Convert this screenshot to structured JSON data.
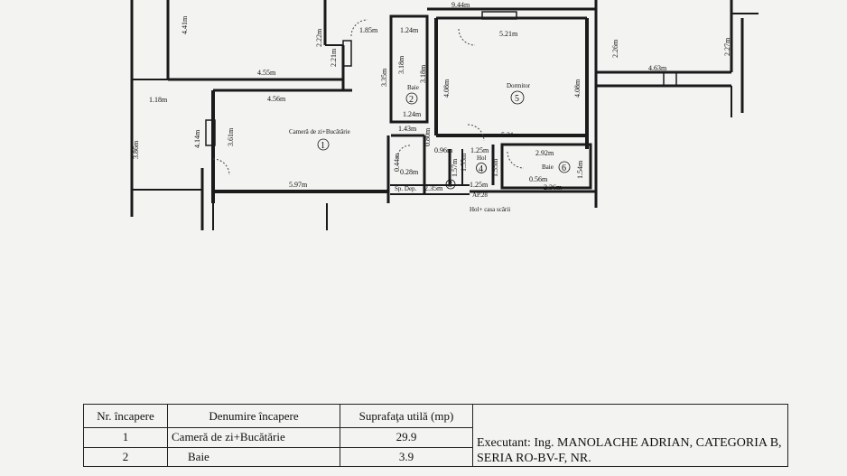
{
  "plan": {
    "dimensions": {
      "d_4_41": "4.41m",
      "d_9_44": "9.44m",
      "d_1_85": "1.85m",
      "d_1_24a": "1.24m",
      "d_2_22": "2.22m",
      "d_2_21": "2.21m",
      "d_3_35": "3.35m",
      "d_3_18a": "3.18m",
      "d_3_18b": "3.18m",
      "d_5_21a": "5.21m",
      "d_4_08a": "4.08m",
      "d_4_08b": "4.08m",
      "d_2_26": "2.26m",
      "d_2_27": "2.27m",
      "d_4_63": "4.63m",
      "d_4_55": "4.55m",
      "d_4_56": "4.56m",
      "d_1_18": "1.18m",
      "d_1_24b": "1.24m",
      "d_1_43": "1.43m",
      "d_0_80": "0.80m",
      "d_3_86": "3.86m",
      "d_4_14": "4.14m",
      "d_3_61": "3.61m",
      "d_0_96": "0.96m",
      "d_1_25a": "1.25m",
      "d_5_21b": "5.21m",
      "d_2_92": "2.92m",
      "d_0_44": "0.44m",
      "d_0_28": "0.28m",
      "d_1_57": "1.57m",
      "d_1_55a": "1.55m",
      "d_1_55b": "1.55m",
      "d_1_54": "1.54m",
      "d_0_56": "0.56m",
      "d_2_36": "2.36m",
      "d_5_97": "5.97m",
      "d_2_35": "2.35m",
      "d_1_25b": "1.25m"
    },
    "rooms": {
      "living_name": "Cameră de zi+Bucătărie",
      "living_num": "1",
      "bath1_name": "Baie",
      "bath1_num": "2",
      "storage_name": "Sp. Dep.",
      "storage_num": "3",
      "hall_name": "Hol",
      "hall_num": "4",
      "bedroom_name": "Dormitor",
      "bedroom_num": "5",
      "bath2_name": "Baie",
      "bath2_num": "6"
    },
    "ap_label": "AP.28",
    "stair_label": "Hol+ casa scării"
  },
  "table": {
    "headers": {
      "nr": "Nr. încapere",
      "name": "Denumire încapere",
      "area": "Suprafaţa utilă (mp)"
    },
    "rows": [
      {
        "nr": "1",
        "name": "Cameră de zi+Bucătărie",
        "area": "29.9"
      },
      {
        "nr": "2",
        "name": "Baie",
        "area": "3.9"
      }
    ],
    "executant": "Executant: Ing. MANOLACHE ADRIAN, CATEGORIA B, SERIA RO-BV-F, NR."
  }
}
